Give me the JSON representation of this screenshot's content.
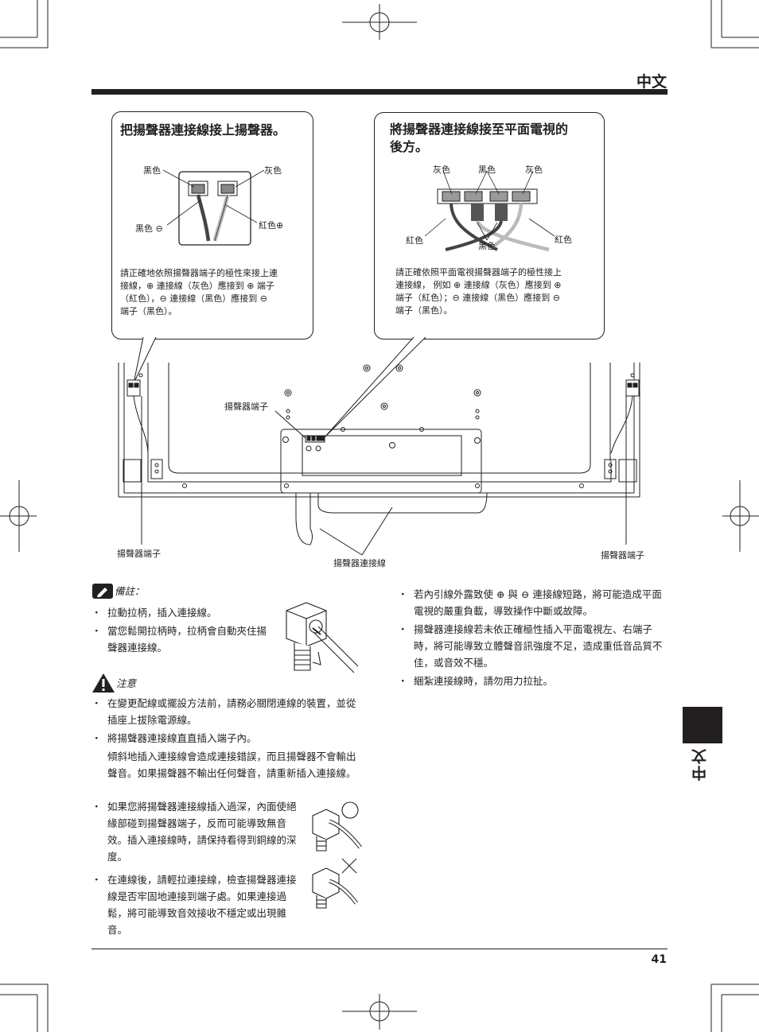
{
  "header": {
    "language": "中文"
  },
  "callout_left": {
    "title": "把揚聲器連接線接上揚聲器。",
    "labels": {
      "black_top": "黑色",
      "gray": "灰色",
      "black_bottom": "黑色 ⊖",
      "red": "紅色⊕"
    },
    "text": [
      "請正確地依照揚聲器端子的極性來接上連",
      "接線，⊕ 連接線（灰色）應接到 ⊕ 端子",
      "（紅色），⊖ 連接線（黑色）應接到 ⊖",
      "端子（黑色）。"
    ]
  },
  "callout_right": {
    "title_lines": [
      "將揚聲器連接線接至平面電視的",
      "後方。"
    ],
    "labels": {
      "gray_left": "灰色",
      "black_top": "黑色",
      "gray_right": "灰色",
      "red_left": "紅色",
      "black_bottom": "黑色",
      "red_right": "紅色"
    },
    "text": [
      "請正確依照平面電視揚聲器端子的極性接上",
      "連接線， 例如 ⊕ 連接線（灰色）應接到 ⊕",
      "端子（紅色）；⊖ 連接線（黑色）應接到 ⊖",
      "端子（黑色）。"
    ]
  },
  "tv_diagram": {
    "label_terminal_center": "揚聲器端子",
    "label_terminal_left": "揚聲器端子",
    "label_terminal_right": "揚聲器端子",
    "label_cable": "揚聲器連接線"
  },
  "notes": {
    "heading": "備註：",
    "items": [
      "拉動拉柄，插入連接線。",
      "當您鬆開拉柄時，拉柄會自動夾住揚聲器連接線。"
    ]
  },
  "caution": {
    "heading": "注意",
    "item1": "在變更配線或擺設方法前，請務必關閉連線的裝置，並從插座上拔除電源線。",
    "item2": "將揚聲器連接線直直插入端子內。",
    "item2_detail": "傾斜地插入連接線會造成連接錯誤，而且揚聲器不會輸出聲音。如果揚聲器不輸出任何聲音，請重新插入連接線。",
    "item3": "如果您將揚聲器連接線插入過深，內面使絕緣部碰到揚聲器端子，反而可能導致無音效。插入連接線時，請保持看得到銅線的深度。",
    "item4": "在連線後，請輕拉連接線，檢查揚聲器連接線是否牢固地連接到端子處。如果連接過鬆，將可能導致音效接收不穩定或出現雜音。"
  },
  "right_column": {
    "items": [
      "若內引線外露致使 ⊕ 與 ⊖ 連接線短路，將可能造成平面電視的嚴重負載，導致操作中斷或故障。",
      "揚聲器連接線若未依正確極性插入平面電視左、右端子時，將可能導致立體聲音訊強度不足，造成重低音品質不佳，或音效不穩。",
      "綑紮連接線時，請勿用力拉扯。"
    ]
  },
  "side_tab": {
    "text": "中文"
  },
  "footer": {
    "page_number": "41"
  }
}
